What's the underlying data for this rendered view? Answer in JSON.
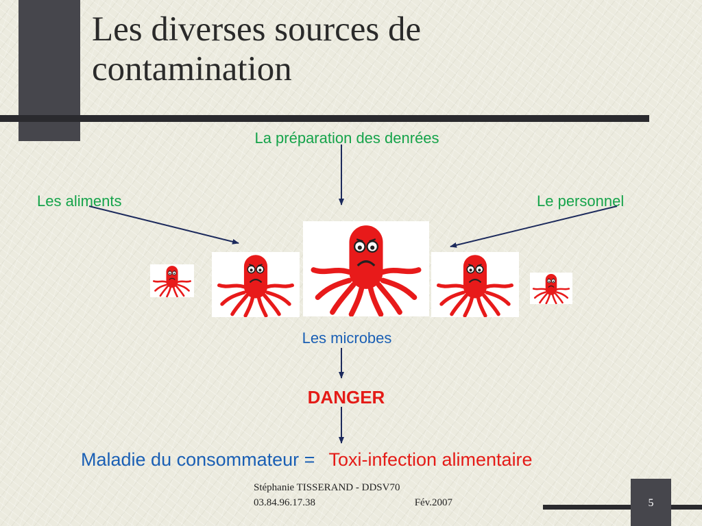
{
  "slide": {
    "title": "Les diverses sources de contamination",
    "labels": {
      "preparation": "La préparation des denrées",
      "aliments": "Les aliments",
      "personnel": "Le personnel",
      "microbes": "Les microbes",
      "danger": "DANGER"
    },
    "bottom": {
      "maladie": "Maladie du consommateur =",
      "toxi": "Toxi-infection alimentaire"
    },
    "footer": {
      "author": "Stéphanie TISSERAND - DDSV70",
      "phone": "03.84.96.17.38",
      "date": "Fév.2007",
      "page": "5"
    },
    "colors": {
      "source_label": "#15a34a",
      "microbes_label": "#1a5fb4",
      "danger": "#e41b17",
      "arrow": "#1c2a5c",
      "microbe_body": "#e81a1a",
      "background": "#ecebdf",
      "dark_bar": "#46464c"
    },
    "icons": [
      "microbe-icon"
    ]
  }
}
